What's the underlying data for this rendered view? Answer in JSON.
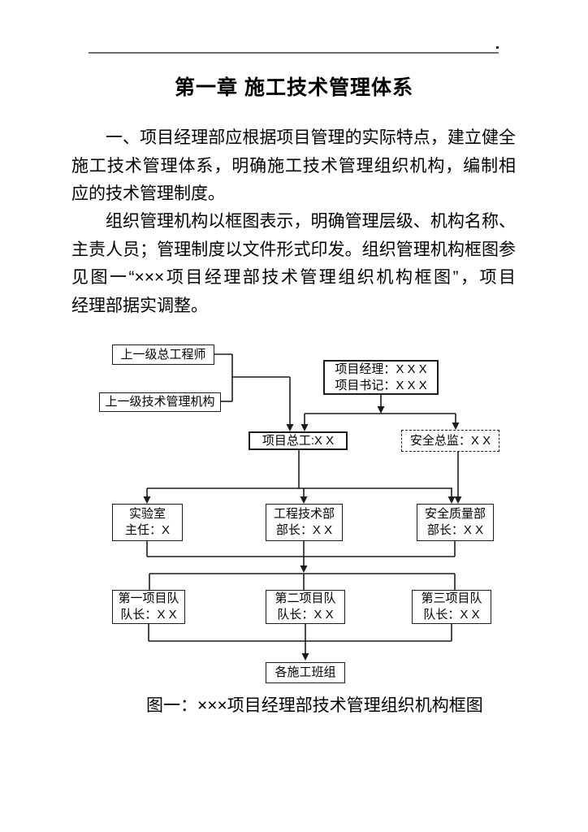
{
  "doc": {
    "title": "第一章 施工技术管理体系",
    "para1": [
      "一、项目经理部应根据项目管理的实际特点，建立健全",
      "施工技术管理体系，明确施工技术管理组织机构，编制相",
      "应的技术管理制度。"
    ],
    "para2": [
      "组织管理机构以框图表示，明确管理层级、机构名称、",
      "主责人员；管理制度以文件形式印发。组织管理机构框图参",
      "见图一“×××项目经理部技术管理组织机构框图”，项目",
      "经理部据实调整。"
    ],
    "caption": "图一：×××项目经理部技术管理组织机构框图"
  },
  "org": {
    "superior_chief": "上一级总工程师",
    "superior_tech": "上一级技术管理机构",
    "pm_line1": "项目经理：X X X",
    "pm_line2": "项目书记：X X X",
    "chief": "项目总工:X X",
    "safety_director": "安全总监：X X",
    "lab_name": "实验室",
    "lab_head": "主任：X",
    "eng_name": "工程技术部",
    "eng_head": "部长：X X",
    "saf_name": "安全质量部",
    "saf_head": "部长：X X",
    "team1_name": "第一项目队",
    "team1_head": "队长：X X",
    "team2_name": "第二项目队",
    "team2_head": "队长：X X",
    "team3_name": "第三项目队",
    "team3_head": "队长：X X",
    "crews": "各施工班组"
  }
}
